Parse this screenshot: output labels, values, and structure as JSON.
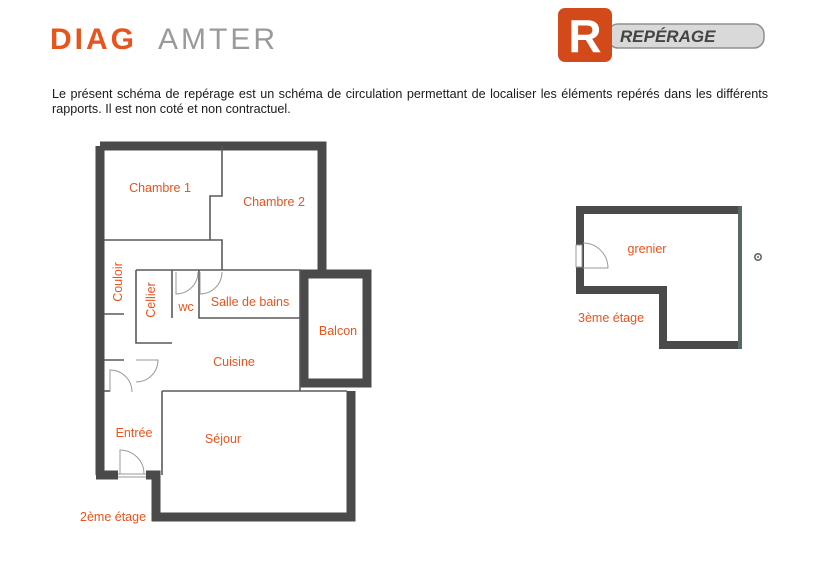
{
  "header": {
    "brand_prefix": "DIAG",
    "brand_suffix": "AMTER",
    "badge_text": "REPÉRAGE",
    "badge_letter": "R",
    "colors": {
      "orange": "#e8541e",
      "gray": "#9a9a9a",
      "wall": "#4a4a4a"
    }
  },
  "intro": "Le présent schéma de repérage est un schéma de circulation permettant de localiser les éléments repérés dans les différents rapports. Il est non coté et non contractuel.",
  "plan_2": {
    "floor_label": "2ème étage",
    "rooms": {
      "chambre1": "Chambre 1",
      "chambre2": "Chambre 2",
      "couloir": "Couloir",
      "cellier": "Cellier",
      "wc": "wc",
      "sdb": "Salle de bains",
      "balcon": "Balcon",
      "cuisine": "Cuisine",
      "entree": "Entrée",
      "sejour": "Séjour"
    }
  },
  "plan_3": {
    "floor_label": "3ème étage",
    "rooms": {
      "grenier": "grenier"
    }
  }
}
